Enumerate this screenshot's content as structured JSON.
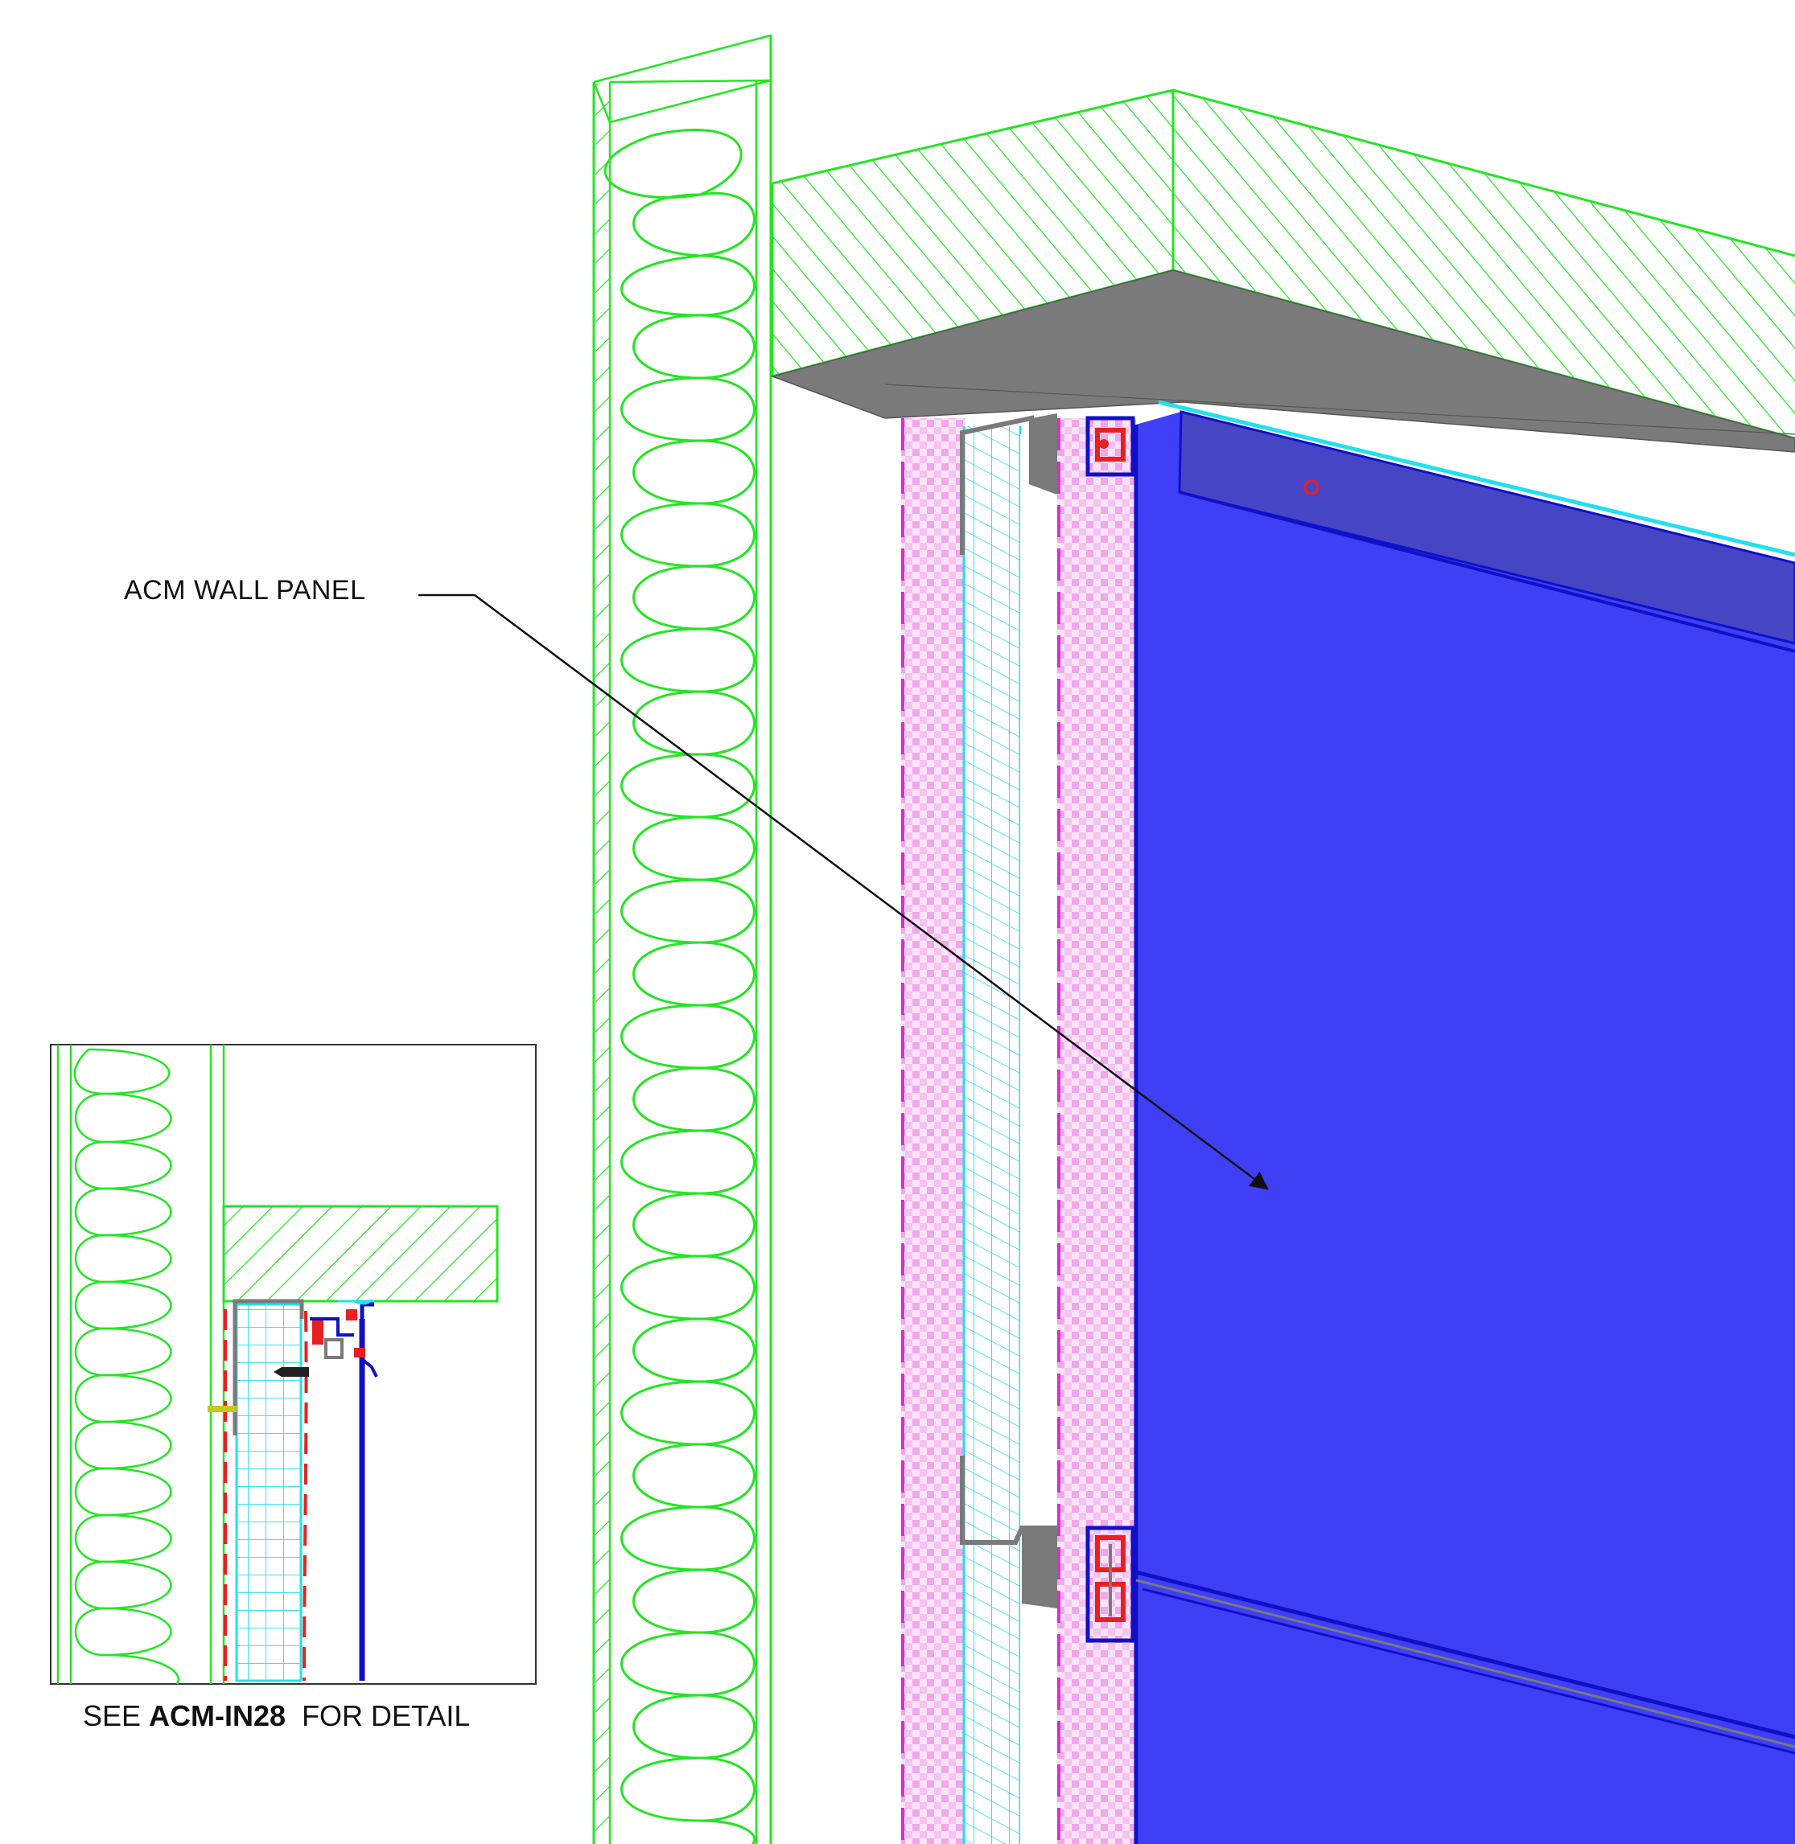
{
  "callout": {
    "label": "ACM WALL PANEL"
  },
  "detail_note": {
    "prefix": "SEE ",
    "reference": "ACM-IN28",
    "suffix": "  FOR DETAIL"
  },
  "colors": {
    "substrate_line": "#22e622",
    "acm_panel": "#3f3ff5",
    "panel_edge": "#1010c8",
    "insulation_pink": "#f2a6ec",
    "membrane_magenta": "#e02ad8",
    "board_cyan": "#22e0ee",
    "trim_gray": "#7a7a7a",
    "clip_red": "#e82020",
    "leader": "#111111"
  }
}
